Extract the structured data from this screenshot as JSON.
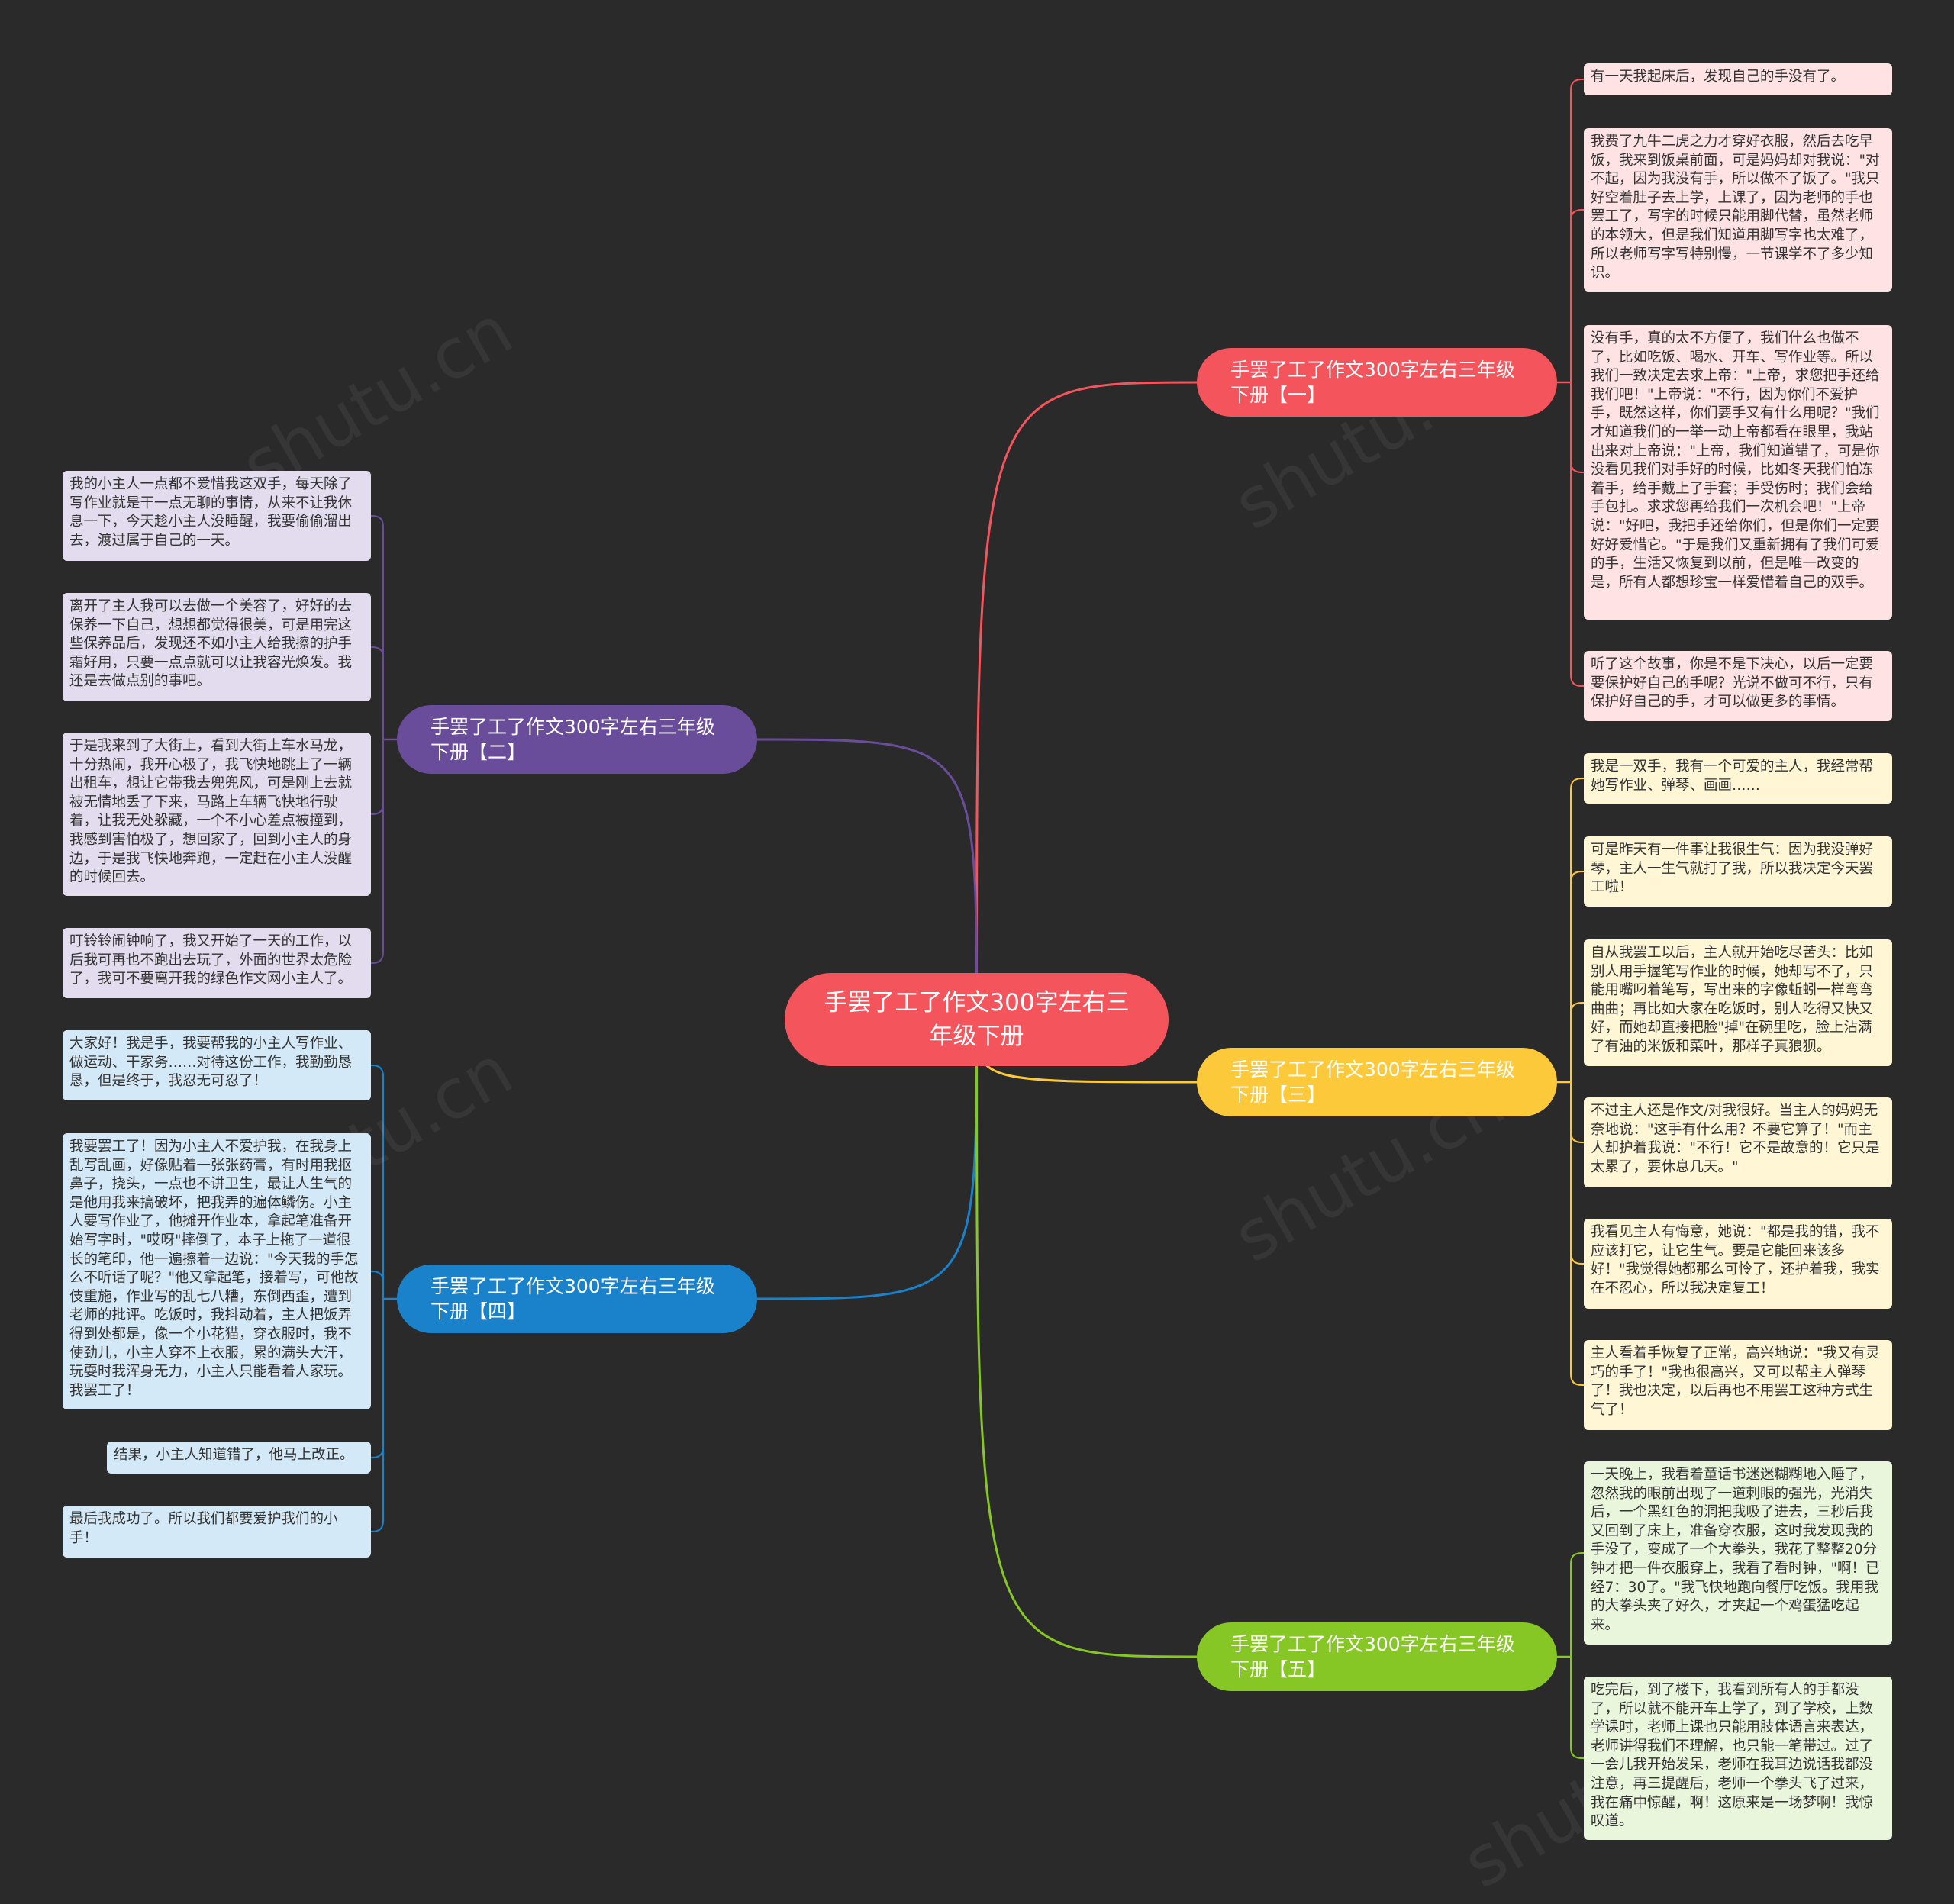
{
  "colors": {
    "background": "#2a2a2a",
    "root": "#f4555c",
    "branch1": "#f4555c",
    "branch2": "#6a4d9a",
    "branch3": "#fcc93a",
    "branch4": "#1a82cb",
    "branch5": "#86c726"
  },
  "root": {
    "title": "手罢了工了作文300字左右三年级下册"
  },
  "branches": [
    {
      "title": "手罢了工了作文300字左右三年级下册【一】",
      "leaves": [
        "有一天我起床后，发现自己的手没有了。",
        "我费了九牛二虎之力才穿好衣服，然后去吃早饭，我来到饭桌前面，可是妈妈却对我说：\"对不起，因为我没有手，所以做不了饭了。\"我只好空着肚子去上学，上课了，因为老师的手也罢工了，写字的时候只能用脚代替，虽然老师的本领大，但是我们知道用脚写字也太难了，所以老师写字写特别慢，一节课学不了多少知识。",
        "没有手，真的太不方便了，我们什么也做不了，比如吃饭、喝水、开车、写作业等。所以我们一致决定去求上帝：\"上帝，求您把手还给我们吧！\"上帝说：\"不行，因为你们不爱护手，既然这样，你们要手又有什么用呢？\"我们才知道我们的一举一动上帝都看在眼里，我站出来对上帝说：\"上帝，我们知道错了，可是你没看见我们对手好的时候，比如冬天我们怕冻着手，给手戴上了手套；手受伤时；我们会给手包扎。求求您再给我们一次机会吧！\"上帝说：\"好吧，我把手还给你们，但是你们一定要好好爱惜它。\"于是我们又重新拥有了我们可爱的手，生活又恢复到以前，但是唯一改变的是，所有人都想珍宝一样爱惜着自己的双手。",
        "听了这个故事，你是不是下决心，以后一定要要保护好自己的手呢？光说不做可不行，只有保护好自己的手，才可以做更多的事情。"
      ]
    },
    {
      "title": "手罢了工了作文300字左右三年级下册【二】",
      "leaves": [
        "我的小主人一点都不爱惜我这双手，每天除了写作业就是干一点无聊的事情，从来不让我休息一下，今天趁小主人没睡醒，我要偷偷溜出去，渡过属于自己的一天。",
        "离开了主人我可以去做一个美容了，好好的去保养一下自己，想想都觉得很美，可是用完这些保养品后，发现还不如小主人给我擦的护手霜好用，只要一点点就可以让我容光焕发。我还是去做点别的事吧。",
        "于是我来到了大街上，看到大街上车水马龙，十分热闹，我开心极了，我飞快地跳上了一辆出租车，想让它带我去兜兜风，可是刚上去就被无情地丢了下来，马路上车辆飞快地行驶着，让我无处躲藏，一个不小心差点被撞到，我感到害怕极了，想回家了，回到小主人的身边，于是我飞快地奔跑，一定赶在小主人没醒的时候回去。",
        "叮铃铃闹钟响了，我又开始了一天的工作，以后我可再也不跑出去玩了，外面的世界太危险了，我可不要离开我的绿色作文网小主人了。"
      ]
    },
    {
      "title": "手罢了工了作文300字左右三年级下册【三】",
      "leaves": [
        "我是一双手，我有一个可爱的主人，我经常帮她写作业、弹琴、画画……",
        "可是昨天有一件事让我很生气：因为我没弹好琴，主人一生气就打了我，所以我决定今天罢工啦！",
        "自从我罢工以后，主人就开始吃尽苦头：比如别人用手握笔写作业的时候，她却写不了，只能用嘴叼着笔写，写出来的字像蚯蚓一样弯弯曲曲；再比如大家在吃饭时，别人吃得又快又好，而她却直接把脸\"掉\"在碗里吃，脸上沾满了有油的米饭和菜叶，那样子真狼狈。",
        "不过主人还是作文/对我很好。当主人的妈妈无奈地说：\"这手有什么用？不要它算了！\"而主人却护着我说：\"不行！它不是故意的！它只是太累了，要休息几天。\"",
        "我看见主人有悔意，她说：\"都是我的错，我不应该打它，让它生气。要是它能回来该多好！\"我觉得她都那么可怜了，还护着我，我实在不忍心，所以我决定复工！",
        "主人看着手恢复了正常，高兴地说：\"我又有灵巧的手了！\"我也很高兴，又可以帮主人弹琴了！我也决定，以后再也不用罢工这种方式生气了！"
      ]
    },
    {
      "title": "手罢了工了作文300字左右三年级下册【四】",
      "leaves": [
        "大家好！我是手，我要帮我的小主人写作业、做运动、干家务……对待这份工作，我勤勤恳恳，但是终于，我忍无可忍了！",
        "我要罢工了！因为小主人不爱护我，在我身上乱写乱画，好像贴着一张张药膏，有时用我抠鼻子，挠头，一点也不讲卫生，最让人生气的是他用我来搞破坏，把我弄的遍体鳞伤。小主人要写作业了，他摊开作业本，拿起笔准备开始写字时，\"哎呀\"摔倒了，本子上拖了一道很长的笔印，他一遍擦着一边说：\"今天我的手怎么不听话了呢？\"他又拿起笔，接着写，可他故伎重施，作业写的乱七八糟，东倒西歪，遭到老师的批评。吃饭时，我抖动着，主人把饭弄得到处都是，像一个小花猫，穿衣服时，我不使劲儿，小主人穿不上衣服，累的满头大汗，玩耍时我浑身无力，小主人只能看着人家玩。我罢工了！",
        "结果，小主人知道错了，他马上改正。",
        "最后我成功了。所以我们都要爱护我们的小手！"
      ]
    },
    {
      "title": "手罢了工了作文300字左右三年级下册【五】",
      "leaves": [
        "一天晚上，我看着童话书迷迷糊糊地入睡了，忽然我的眼前出现了一道刺眼的强光，光消失后，一个黑红色的洞把我吸了进去，三秒后我又回到了床上，准备穿衣服，这时我发现我的手没了，变成了一个大拳头，我花了整整20分钟才把一件衣服穿上，我看了看时钟，\"啊！已经7：30了。\"我飞快地跑向餐厅吃饭。我用我的大拳头夹了好久，才夹起一个鸡蛋猛吃起来。",
        "吃完后，到了楼下，我看到所有人的手都没了，所以就不能开车上学了，到了学校，上数学课时，老师上课也只能用肢体语言来表达，老师讲得我们不理解，也只能一笔带过。过了一会儿我开始发呆，老师在我耳边说话我都没注意，再三提醒后，老师一个拳头飞了过来，我在痛中惊醒，啊！这原来是一场梦啊！我惊叹道。"
      ]
    }
  ]
}
